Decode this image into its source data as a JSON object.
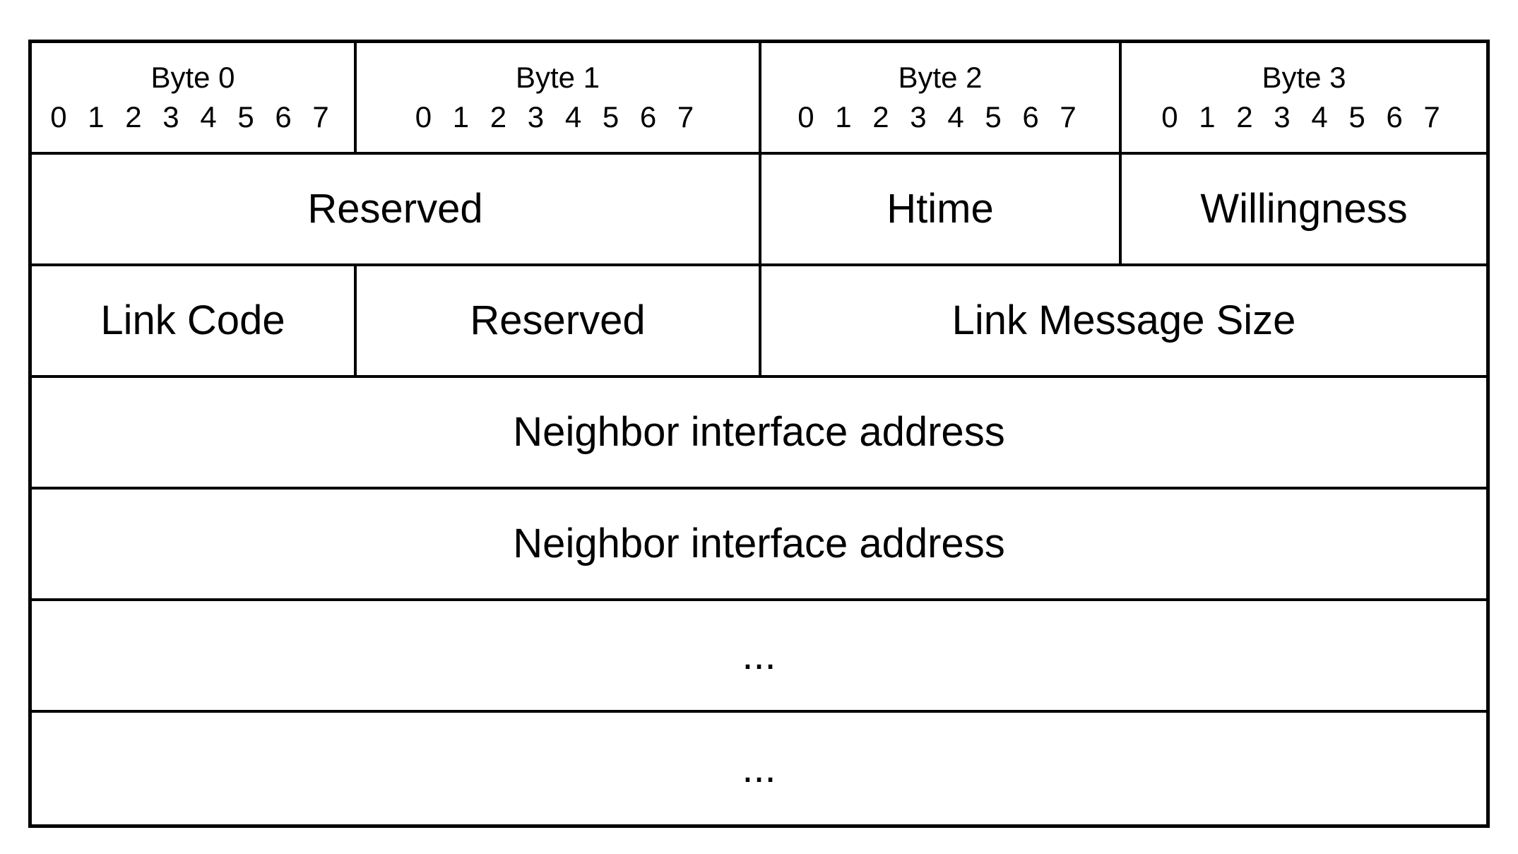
{
  "header": [
    {
      "byte": "Byte 0",
      "bits": "0 1 2 3 4 5 6 7"
    },
    {
      "byte": "Byte 1",
      "bits": "0 1 2 3 4 5 6 7"
    },
    {
      "byte": "Byte 2",
      "bits": "0 1 2 3 4 5 6 7"
    },
    {
      "byte": "Byte 3",
      "bits": "0 1 2 3 4 5 6 7"
    }
  ],
  "row1": {
    "reserved": "Reserved",
    "htime": "Htime",
    "willingness": "Willingness"
  },
  "row2": {
    "link_code": "Link Code",
    "reserved": "Reserved",
    "link_message_size": "Link Message Size"
  },
  "rows": [
    "Neighbor interface address",
    "Neighbor interface address",
    "...",
    "..."
  ]
}
